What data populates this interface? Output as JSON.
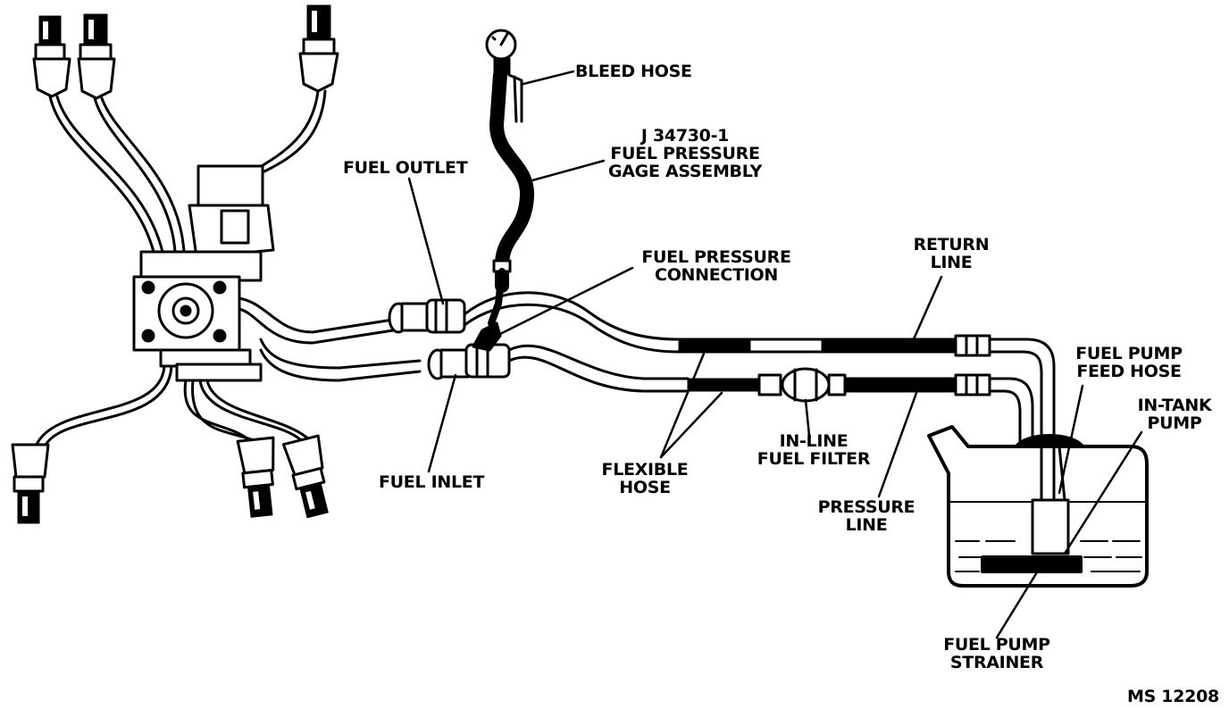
{
  "labels": {
    "bleed_hose": "BLEED HOSE",
    "gage_assembly": [
      "J 34730-1",
      "FUEL PRESSURE",
      "GAGE ASSEMBLY"
    ],
    "fuel_outlet": "FUEL OUTLET",
    "fuel_pressure_connection": [
      "FUEL PRESSURE",
      "CONNECTION"
    ],
    "return_line": [
      "RETURN",
      "LINE"
    ],
    "fuel_pump_feed_hose": [
      "FUEL PUMP",
      "FEED HOSE"
    ],
    "in_tank_pump": [
      "IN-TANK",
      "PUMP"
    ],
    "fuel_inlet": "FUEL INLET",
    "flexible_hose": [
      "FLEXIBLE",
      "HOSE"
    ],
    "in_line_fuel_filter": [
      "IN-LINE",
      "FUEL FILTER"
    ],
    "pressure_line": [
      "PRESSURE",
      "LINE"
    ],
    "fuel_pump_strainer": [
      "FUEL PUMP",
      "STRAINER"
    ],
    "figure_code": "MS 12208"
  },
  "colors": {
    "ink": "#000000",
    "paper": "#ffffff"
  }
}
